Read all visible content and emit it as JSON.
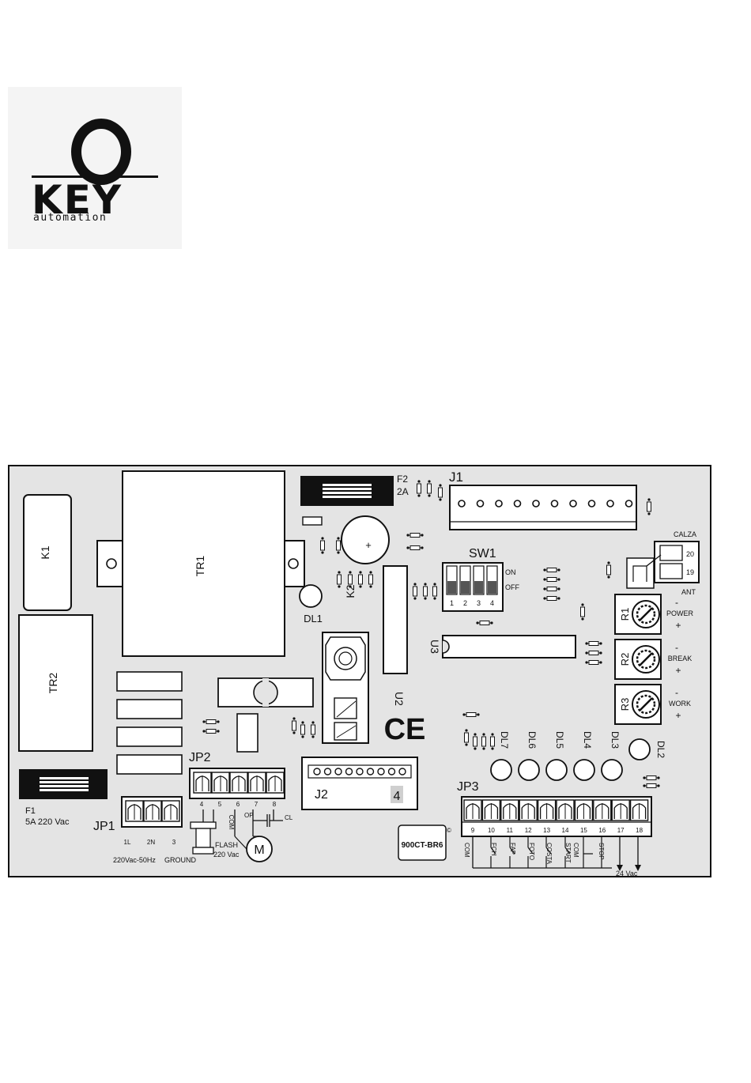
{
  "logo": {
    "brand": "KEY",
    "tagline": "automation"
  },
  "board": {
    "colors": {
      "board_bg": "#e4e4e4",
      "line": "#111111",
      "white": "#ffffff"
    },
    "components": {
      "k1": "K1",
      "tr1": "TR1",
      "tr2": "TR2",
      "dl1": "DL1",
      "k2": "K2",
      "u2": "U2",
      "u3": "U3",
      "ce": "CE",
      "j1": "J1",
      "j2": "J2",
      "j2_digit": "4",
      "sw1": "SW1",
      "sw_on": "ON",
      "sw_off": "OFF",
      "sw_numbers": [
        "1",
        "2",
        "3",
        "4"
      ],
      "f2": "F2",
      "f2_rating": "2A",
      "f1": "F1",
      "f1_rating": "5A 220 Vac",
      "cap_plus": "+",
      "jp2": "JP2",
      "jp1": "JP1",
      "jp3": "JP3",
      "model": "900CT-BR6",
      "model_mark": "©",
      "motor": "M",
      "calza": "CALZA",
      "ant": "ANT",
      "term20": "20",
      "term19": "19",
      "dl2": "DL2",
      "dl3": "DL3",
      "dl4": "DL4",
      "dl5": "DL5",
      "dl6": "DL6",
      "dl7": "DL7"
    },
    "trimmers": [
      {
        "id": "R1",
        "label": "POWER",
        "minus": "-",
        "plus": "+"
      },
      {
        "id": "R2",
        "label": "BREAK",
        "minus": "-",
        "plus": "+"
      },
      {
        "id": "R3",
        "label": "WORK",
        "minus": "-",
        "plus": "+"
      }
    ],
    "jp1": {
      "pins": [
        "1L",
        "2N",
        "3"
      ],
      "caption_main": "220Vac-50Hz",
      "caption_ground": "GROUND"
    },
    "jp2": {
      "pins": [
        "4",
        "5",
        "6",
        "7",
        "8"
      ],
      "com": "COM",
      "op": "OP",
      "cl": "CL",
      "flash": "FLASH",
      "flash_v": "220 Vac"
    },
    "jp3": {
      "pins": [
        "9",
        "10",
        "11",
        "12",
        "13",
        "14",
        "15",
        "16",
        "17",
        "18"
      ],
      "labels": [
        "COM",
        "FCH",
        "FAP",
        "FOTO",
        "COSTA",
        "START",
        "COM",
        "STOP"
      ],
      "voltage": "24 Vac"
    }
  }
}
